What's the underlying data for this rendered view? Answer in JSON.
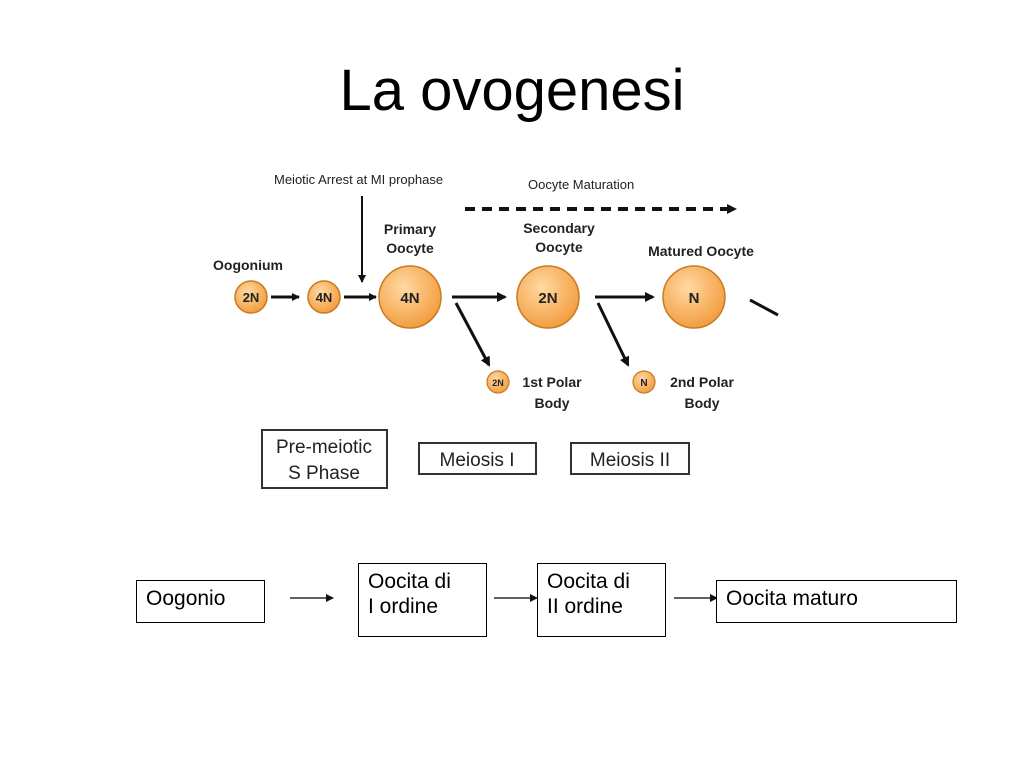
{
  "title": "La ovogenesi",
  "figure": {
    "arrest_label": "Meiotic Arrest at MI prophase",
    "maturation_label": "Oocyte Maturation",
    "oogonium_label": "Oogonium",
    "primary_label": [
      "Primary",
      "Oocyte"
    ],
    "secondary_label": [
      "Secondary",
      "Oocyte"
    ],
    "matured_label": "Matured Oocyte",
    "cells": {
      "c1": "2N",
      "c2": "4N",
      "c3": "4N",
      "c4": "2N",
      "c5": "N",
      "pb1": "2N",
      "pb2": "N"
    },
    "polar1_label": [
      "1st Polar",
      "Body"
    ],
    "polar2_label": [
      "2nd Polar",
      "Body"
    ],
    "phase_premeiotic": [
      "Pre-meiotic",
      "S Phase"
    ],
    "phase_meiosis1": "Meiosis I",
    "phase_meiosis2": "Meiosis II",
    "cell_color": "#f5a84a",
    "cell_stroke": "#c97a22"
  },
  "flow": {
    "oogonio": "Oogonio",
    "oocita1": [
      "Oocita di",
      "I ordine"
    ],
    "oocita2": [
      "Oocita di",
      "II ordine"
    ],
    "oocita_maturo": "Oocita maturo"
  }
}
